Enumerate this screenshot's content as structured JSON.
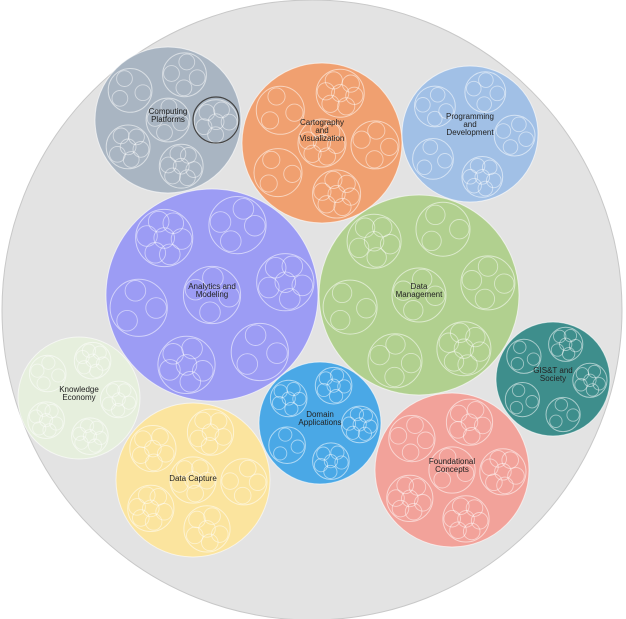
{
  "colors": {
    "root_fill": "#e3e3e3",
    "root_stroke": "#c8c8c8",
    "selected_ring": "#444444"
  },
  "topics": [
    {
      "id": "computing-platforms",
      "label": "Computing Platforms",
      "lines": [
        "Computing",
        "Platforms"
      ],
      "color": "#a9b5c2"
    },
    {
      "id": "cartography-and-visualization",
      "label": "Cartography and Visualization",
      "lines": [
        "Cartography",
        "and",
        "Visualization"
      ],
      "color": "#f0a070"
    },
    {
      "id": "programming-and-development",
      "label": "Programming and Development",
      "lines": [
        "Programming",
        "and",
        "Development"
      ],
      "color": "#a1c0e6"
    },
    {
      "id": "analytics-and-modeling",
      "label": "Analytics and Modeling",
      "lines": [
        "Analytics and",
        "Modeling"
      ],
      "color": "#9c9cf4"
    },
    {
      "id": "data-management",
      "label": "Data Management",
      "lines": [
        "Data",
        "Management"
      ],
      "color": "#b1d08f"
    },
    {
      "id": "knowledge-economy",
      "label": "Knowledge Economy",
      "lines": [
        "Knowledge",
        "Economy"
      ],
      "color": "#e6efdd"
    },
    {
      "id": "domain-applications",
      "label": "Domain Applications",
      "lines": [
        "Domain",
        "Applications"
      ],
      "color": "#4aa8e6"
    },
    {
      "id": "gist-and-society",
      "label": "GIS&T and Society",
      "lines": [
        "GIS&T and",
        "Society"
      ],
      "color": "#3e8e8c"
    },
    {
      "id": "data-capture",
      "label": "Data Capture",
      "lines": [
        "Data Capture"
      ],
      "color": "#fbe49e"
    },
    {
      "id": "foundational-concepts",
      "label": "Foundational Concepts",
      "lines": [
        "Foundational",
        "Concepts"
      ],
      "color": "#f2a29a"
    }
  ]
}
